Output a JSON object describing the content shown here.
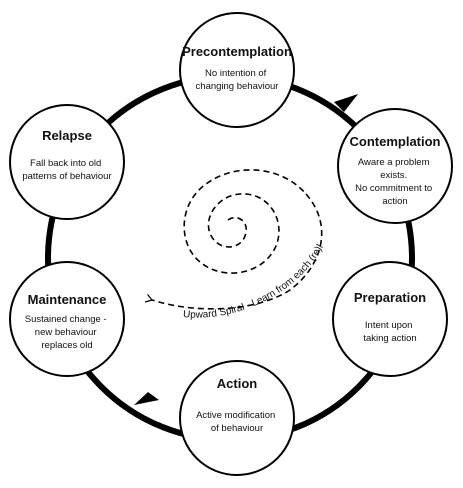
{
  "diagram": {
    "colors": {
      "ring": "#000000",
      "node_fill": "#ffffff",
      "text": "#111111"
    },
    "stages": [
      {
        "id": "precontemplation",
        "title": "Precontemplation",
        "description": [
          "No intention of",
          "changing behaviour"
        ]
      },
      {
        "id": "contemplation",
        "title": "Contemplation",
        "description": [
          "Aware a problem",
          "exists.",
          "No commitment to",
          "action"
        ]
      },
      {
        "id": "preparation",
        "title": "Preparation",
        "description": [
          "Intent upon",
          "taking action"
        ]
      },
      {
        "id": "action",
        "title": "Action",
        "description": [
          "Active modification",
          "of behaviour"
        ]
      },
      {
        "id": "maintenance",
        "title": "Maintenance",
        "description": [
          "Sustained change -",
          "new behaviour",
          "replaces old"
        ]
      },
      {
        "id": "relapse",
        "title": "Relapse",
        "description": [
          "Fall back into old",
          "patterns of behaviour"
        ]
      }
    ],
    "spiral_label": "Upward Spiral - Learn from each (re)lapse"
  }
}
